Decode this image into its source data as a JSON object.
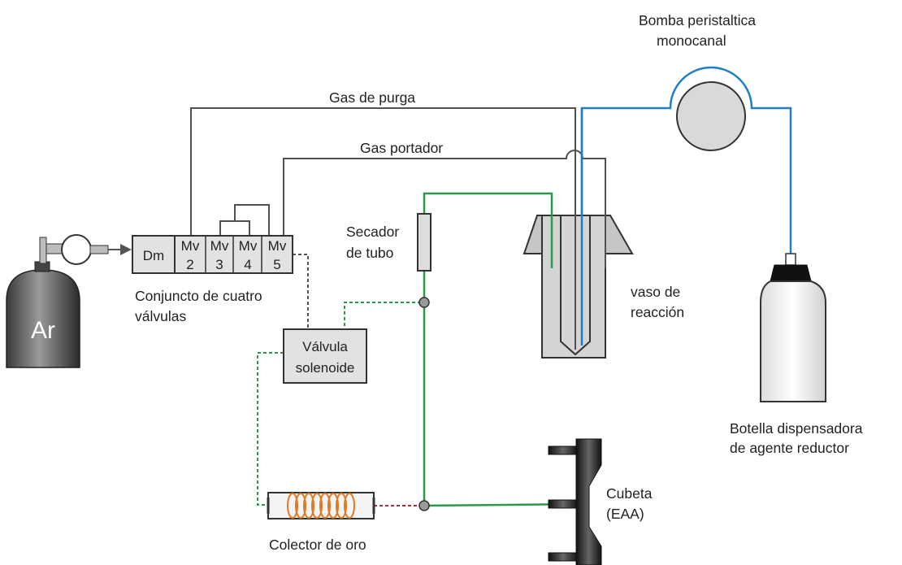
{
  "labels": {
    "pump_line1": "Bomba peristaltica",
    "pump_line2": "monocanal",
    "purge_gas": "Gas de purga",
    "carrier_gas": "Gas portador",
    "dryer_line1": "Secador",
    "dryer_line2": "de tubo",
    "valve_set_line1": "Conjuncto de cuatro",
    "valve_set_line2": "válvulas",
    "vessel_line1": "vaso de",
    "vessel_line2": "reacción",
    "solenoid_line1": "Válvula",
    "solenoid_line2": "solenoide",
    "bottle_line1": "Botella dispensadora",
    "bottle_line2": "de agente reductor",
    "cell_line1": "Cubeta",
    "cell_line2": "(EAA)",
    "collector": "Colector de oro",
    "cylinder": "Ar"
  },
  "valve_block": {
    "dm": "Dm",
    "mv_top": "Mv",
    "mv_numbers": [
      "2",
      "3",
      "4",
      "5"
    ]
  },
  "colors": {
    "gas_line": "#505050",
    "blue_line": "#1f7ec4",
    "green_line": "#2a9a4a",
    "gold_coil": "#e07a22",
    "red_line": "#c0272d",
    "box_fill": "#e2e2e2",
    "cylinder_dark": "#2e2e2e"
  }
}
